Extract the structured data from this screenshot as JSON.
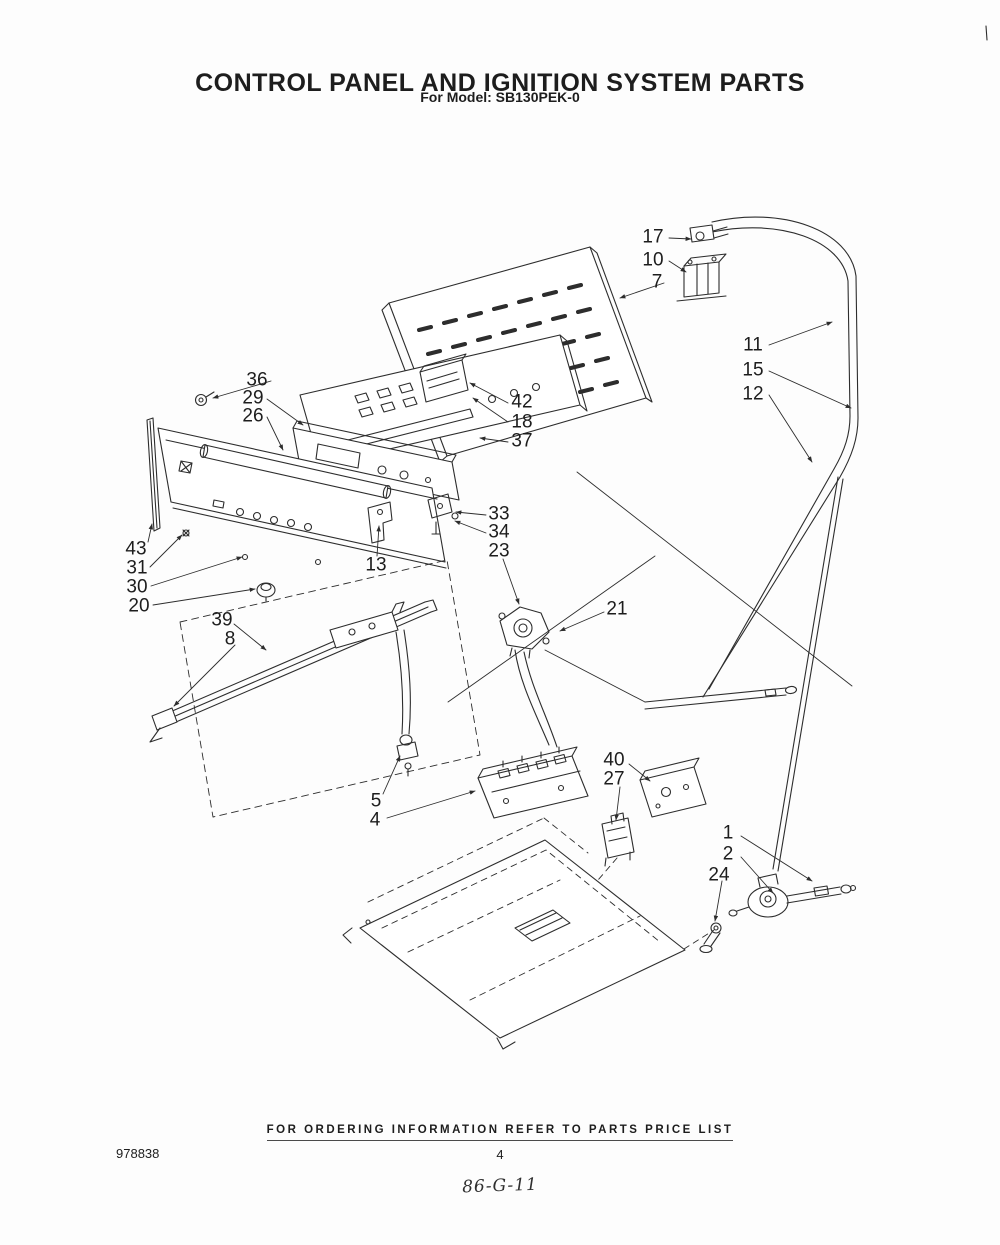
{
  "title": "CONTROL PANEL AND IGNITION SYSTEM PARTS",
  "subtitle": "For Model: SB130PEK-0",
  "footer": {
    "ordering_note": "FOR ORDERING INFORMATION REFER TO PARTS PRICE LIST",
    "doc_number": "978838",
    "page_number": "4",
    "handwritten_code": "86-G-11"
  },
  "callouts": {
    "c17": "17",
    "c10": "10",
    "c7": "7",
    "c11": "11",
    "c15": "15",
    "c12": "12",
    "c36": "36",
    "c29": "29",
    "c26": "26",
    "c42": "42",
    "c18": "18",
    "c37": "37",
    "c33": "33",
    "c34": "34",
    "c23": "23",
    "c43": "43",
    "c31": "31",
    "c30": "30",
    "c20": "20",
    "c13": "13",
    "c39": "39",
    "c8": "8",
    "c21": "21",
    "c5": "5",
    "c4": "4",
    "c40": "40",
    "c27": "27",
    "c1": "1",
    "c2": "2",
    "c24": "24"
  }
}
